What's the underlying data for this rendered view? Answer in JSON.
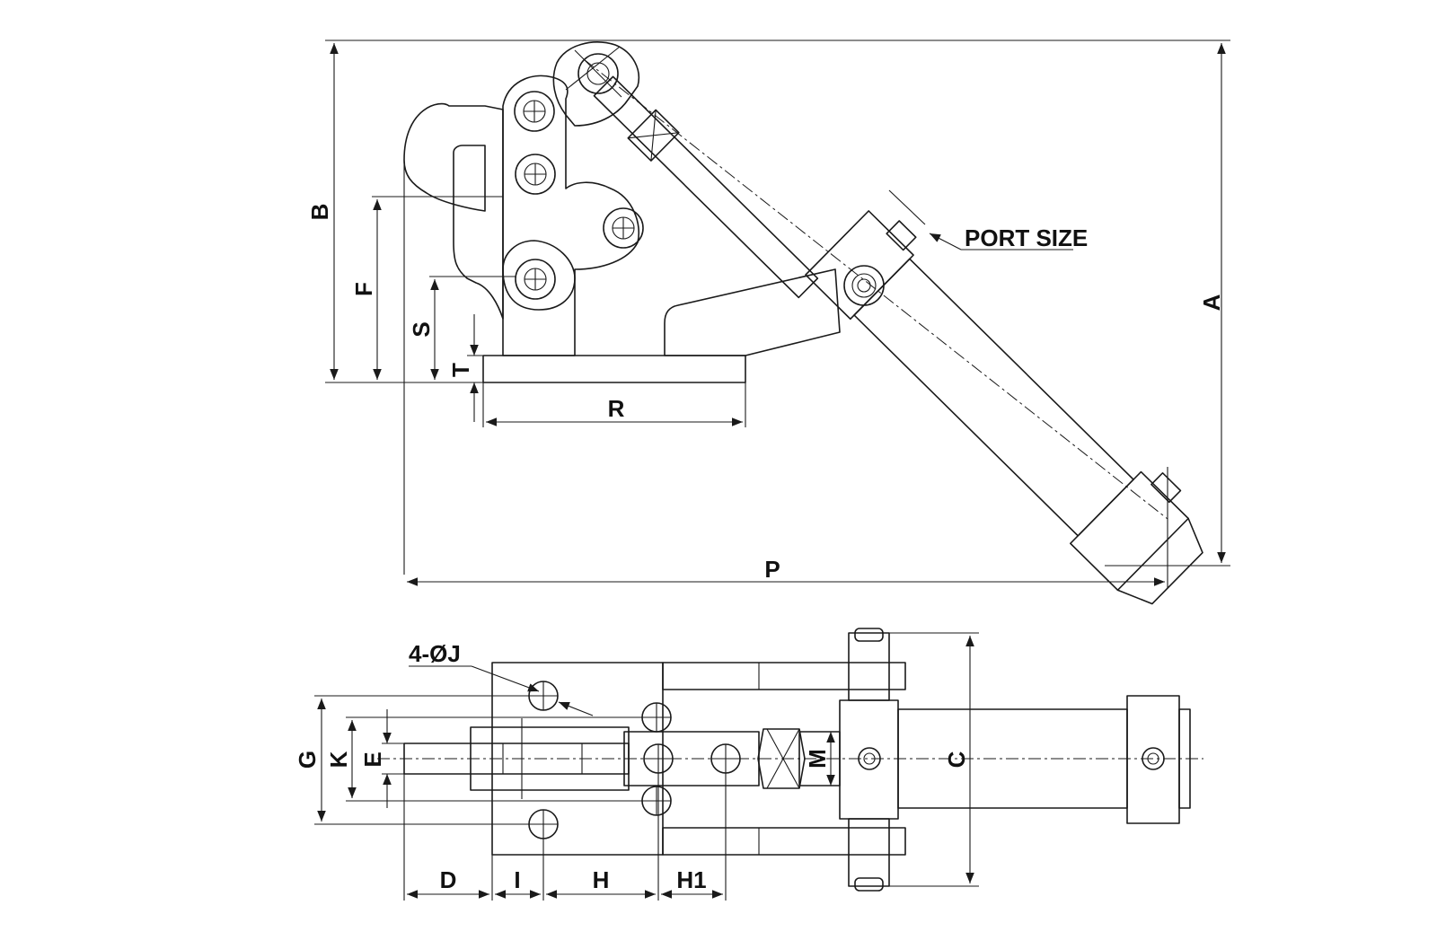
{
  "labels": {
    "A": "A",
    "B": "B",
    "C": "C",
    "D": "D",
    "E": "E",
    "F": "F",
    "G": "G",
    "H": "H",
    "H1": "H1",
    "I": "I",
    "K": "K",
    "M": "M",
    "P": "P",
    "R": "R",
    "S": "S",
    "T": "T",
    "hole_note": "4-ØJ",
    "port_size": "PORT SIZE"
  },
  "colors": {
    "line": "#1a1a1a",
    "background": "#ffffff"
  }
}
